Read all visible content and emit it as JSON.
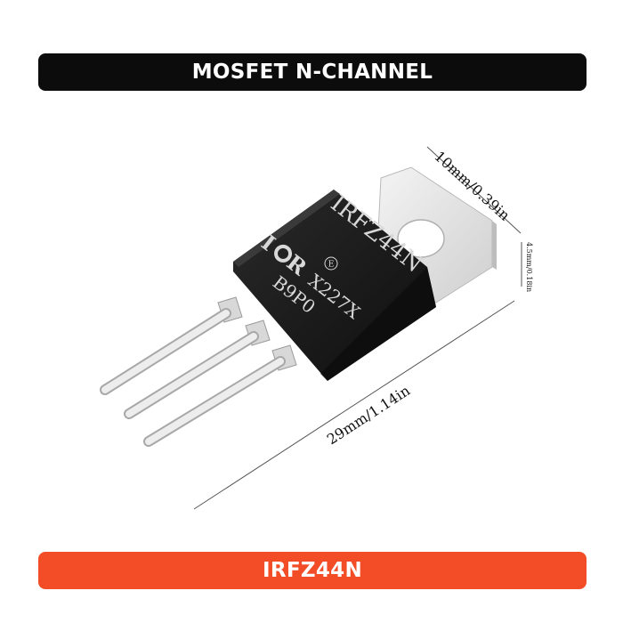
{
  "header": {
    "title": "MOSFET N-CHANNEL"
  },
  "footer": {
    "title": "IRFZ44N"
  },
  "dimensions": {
    "width": "10mm/0.39in",
    "tab_thickness": "4.5mm/0.18in",
    "length": "29mm/1.14in"
  },
  "component": {
    "part_marking": "IRFZ44N",
    "logo_prefix": "I",
    "logo_suffix": "R",
    "lot_code": "X227X",
    "date_code": "B9P0",
    "mark_symbol": "E"
  },
  "colors": {
    "header_bg": "#0c0c0c",
    "footer_bg": "#f24d26",
    "body_black": "#1b1b1b",
    "tab_silver": "#e6e6e6"
  }
}
